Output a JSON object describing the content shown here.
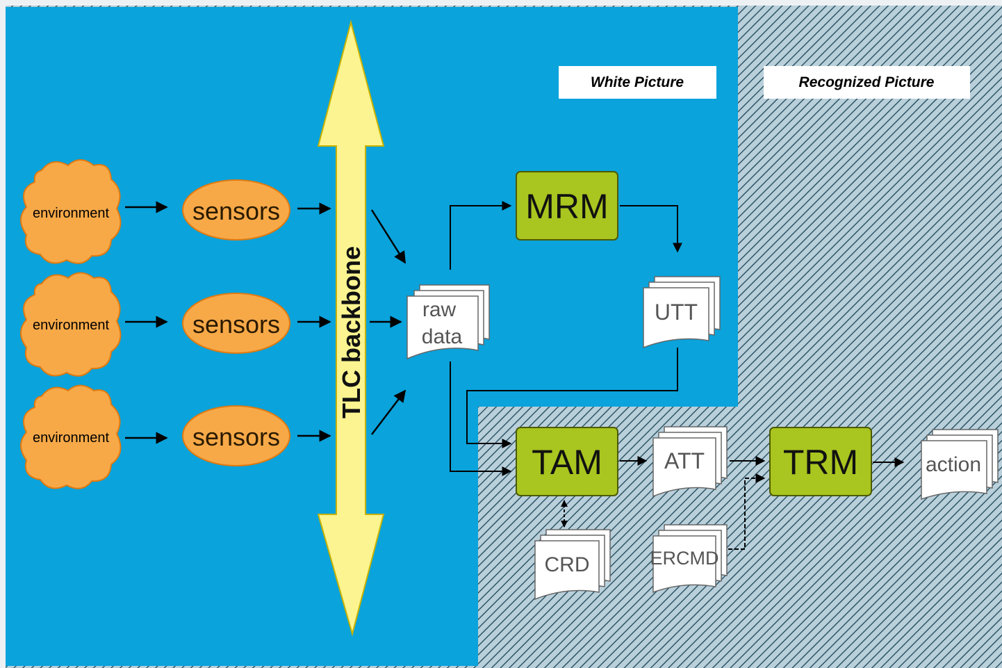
{
  "regions": {
    "white_picture_label": "White Picture",
    "recognized_picture_label": "Recognized Picture"
  },
  "environments": [
    "environment",
    "environment",
    "environment"
  ],
  "sensors": [
    "sensors",
    "sensors",
    "sensors"
  ],
  "backbone_label": "TLC backbone",
  "documents": {
    "raw_data_line1": "raw",
    "raw_data_line2": "data",
    "utt": "UTT",
    "att": "ATT",
    "action": "action",
    "crd": "CRD",
    "ercmd": "ERCMD"
  },
  "modules": {
    "mrm": "MRM",
    "tam": "TAM",
    "trm": "TRM"
  },
  "colors": {
    "blue_region": "#0aa3dc",
    "hatch_bg": "#b9d0db",
    "hatch_line": "#2e5566",
    "orange": "#f7a948",
    "module_green": "#a9c51f",
    "backbone_yellow": "#fbf490",
    "document": "#ffffff"
  }
}
